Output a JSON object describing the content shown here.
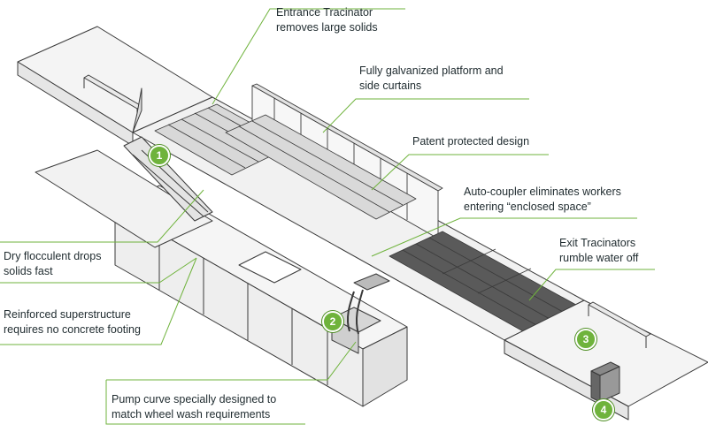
{
  "callouts": {
    "entrance": {
      "line1": "Entrance Tracinator",
      "line2": "removes large solids"
    },
    "platform": {
      "line1": "Fully galvanized platform and",
      "line2": "side curtains"
    },
    "patent": {
      "line1": "Patent protected design"
    },
    "coupler": {
      "line1": "Auto-coupler eliminates workers",
      "line2": "entering “enclosed space”"
    },
    "exit": {
      "line1": "Exit Tracinators",
      "line2": "rumble water off"
    },
    "flocculent": {
      "line1": "Dry flocculent drops",
      "line2": "solids fast"
    },
    "superstructure": {
      "line1": "Reinforced superstructure",
      "line2": "requires no concrete footing"
    },
    "pump": {
      "line1": "Pump curve specially designed to",
      "line2": "match wheel wash requirements"
    }
  },
  "markers": [
    "1",
    "2",
    "3",
    "4"
  ],
  "colors": {
    "accent": "#6fb33c",
    "line": "#3a3a3a",
    "text": "#1f2b2f"
  }
}
